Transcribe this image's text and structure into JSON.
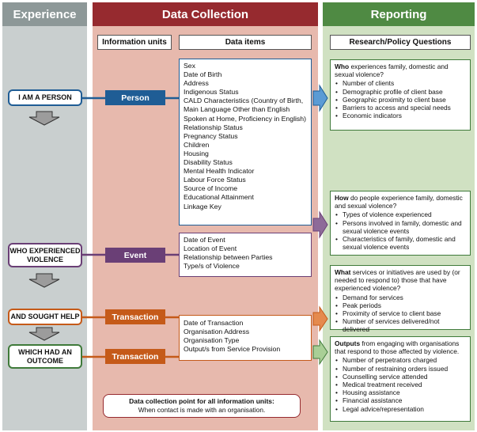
{
  "columns": {
    "experience": "Experience",
    "data_collection": "Data Collection",
    "reporting": "Reporting"
  },
  "subheaders": {
    "information_units": "Information units",
    "data_items": "Data items",
    "questions": "Research/Policy Questions"
  },
  "experience_steps": [
    "I AM A PERSON",
    "WHO EXPERIENCED VIOLENCE",
    "AND SOUGHT HELP",
    "WHICH HAD AN OUTCOME"
  ],
  "units": [
    "Person",
    "Event",
    "Transaction",
    "Transaction"
  ],
  "data_items": {
    "person": [
      "Sex",
      "Date of Birth",
      "Address",
      "Indigenous Status",
      "CALD Characteristics (Country of Birth,",
      "Main Language Other than English",
      "Spoken at Home, Proficiency in English)",
      "Relationship Status",
      "Pregnancy Status",
      "Children",
      "Housing",
      "Disability Status",
      "Mental Health Indicator",
      "Labour Force Status",
      "Source of Income",
      "Educational Attainment",
      "Linkage Key"
    ],
    "event": [
      "Date of Event",
      "Location of Event",
      "Relationship between Parties",
      "Type/s of Violence"
    ],
    "transaction": [
      "Date of Transaction",
      "Organisation Address",
      "Organisation Type",
      "Output/s from Service Provision"
    ]
  },
  "questions": {
    "who": {
      "lead": "Who",
      "rest": " experiences family, domestic and sexual violence?",
      "items": [
        "Number of clients",
        "Demographic profile of client base",
        "Geographic proximity to client base",
        "Barriers to access and special needs",
        "Economic indicators"
      ]
    },
    "how": {
      "lead": "How",
      "rest": " do people experience family, domestic and sexual violence?",
      "items": [
        "Types of violence experienced",
        "Persons involved in family, domestic and sexual violence events",
        "Characteristics of family, domestic and sexual violence events"
      ]
    },
    "what": {
      "lead": "What",
      "rest": " services or initiatives are used by (or needed to respond to) those that have experienced violence?",
      "items": [
        "Demand for services",
        "Peak periods",
        "Proximity of service to client base",
        "Number of services delivered/not delivered"
      ]
    },
    "outputs": {
      "lead": "Outputs",
      "rest": " from engaging with organisations that respond to those affected by violence.",
      "items": [
        "Number of perpetrators charged",
        "Number of restraining orders issued",
        "Counselling service attended",
        "Medical treatment received",
        "Housing assistance",
        "Financial assistance",
        "Legal advice/representation"
      ]
    }
  },
  "footer_note": {
    "title": "Data collection point for all information units:",
    "text": "When contact is made with an organisation."
  },
  "colors": {
    "experience_bg": "#c9cfcf",
    "experience_head": "#8d9898",
    "data_bg": "#e7b9ad",
    "data_head": "#962a2f",
    "reporting_bg": "#d0e1c2",
    "reporting_head": "#4f8a43",
    "blue": "#1f5d95",
    "purple": "#6a3f76",
    "orange": "#c55a19",
    "green": "#3f7a3a"
  }
}
